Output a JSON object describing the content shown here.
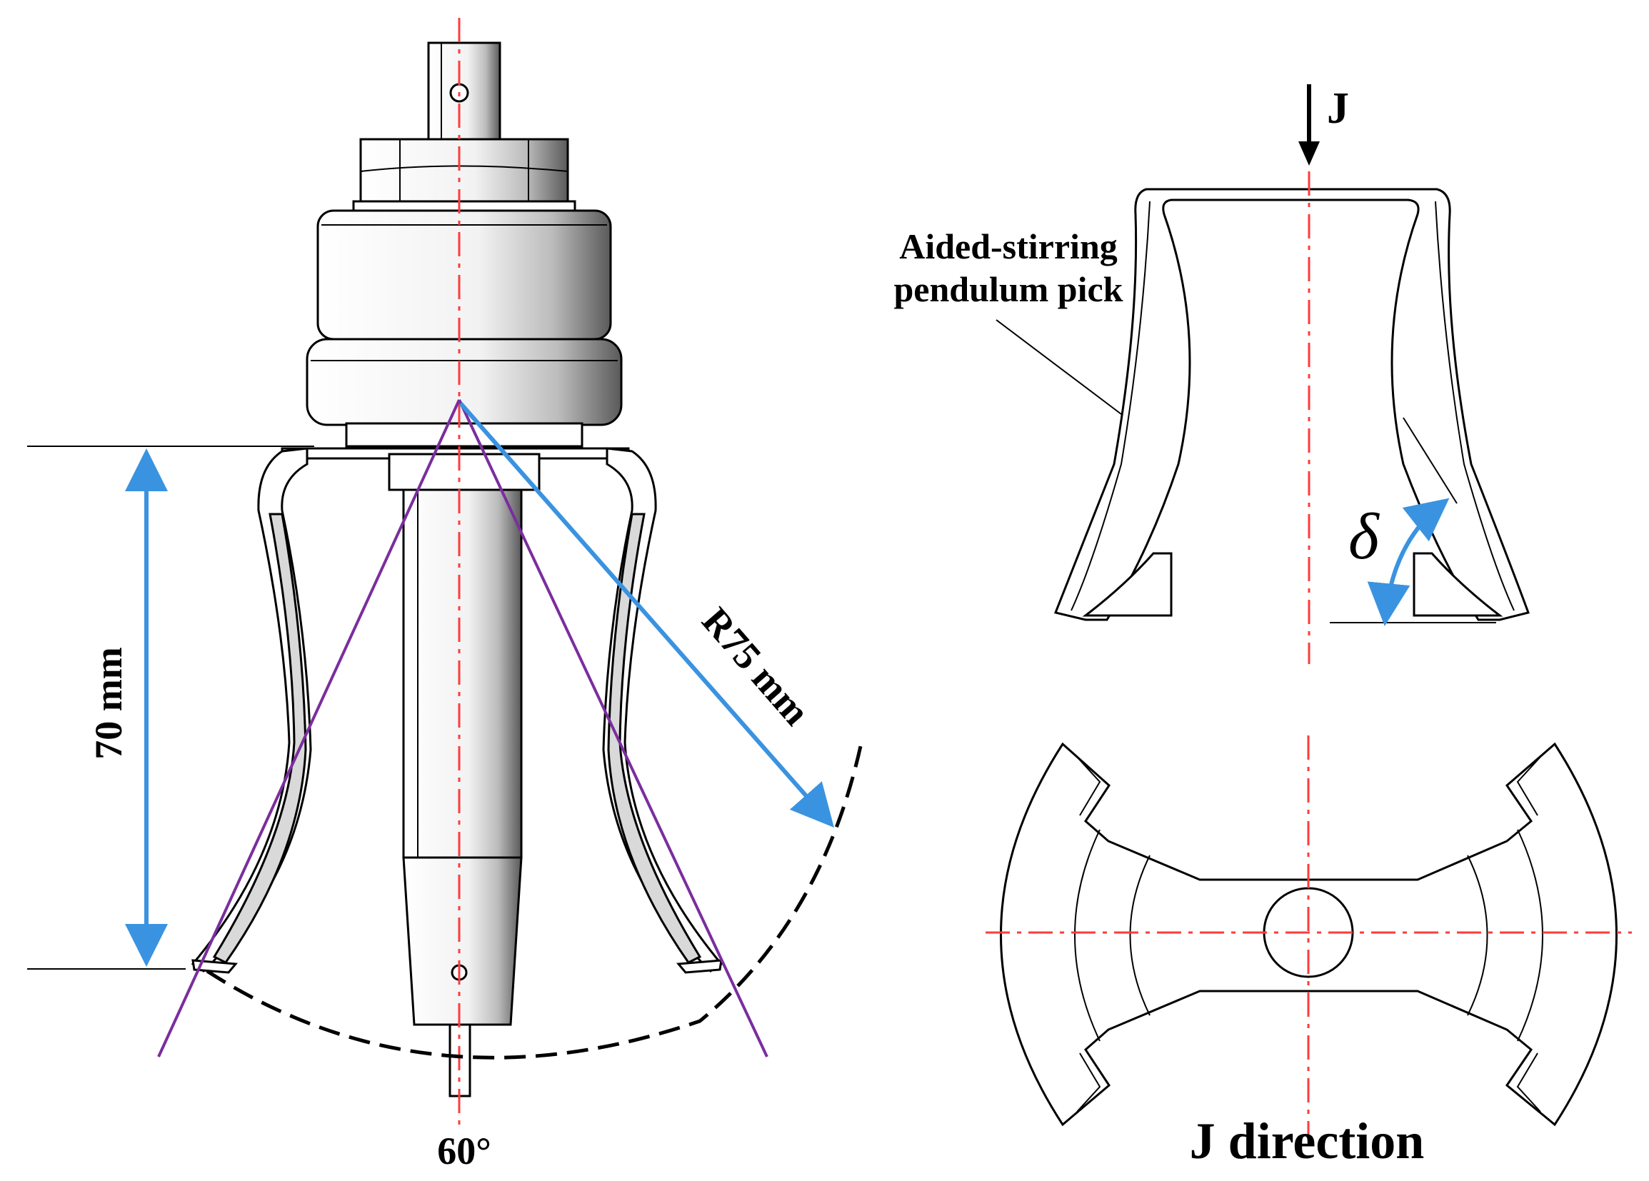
{
  "labels": {
    "height_dim": "70 mm",
    "radius_dim": "R75 mm",
    "angle": "60°",
    "j_arrow": "J",
    "pick_label_line1": "Aided-stirring",
    "pick_label_line2": "pendulum pick",
    "delta_symbol": "δ",
    "j_direction": "J direction"
  },
  "colors": {
    "centerline": "#ff3b3b",
    "dimension_arrow": "#3a93e0",
    "cone_lines": "#7a2e9e",
    "outline": "#000000"
  }
}
